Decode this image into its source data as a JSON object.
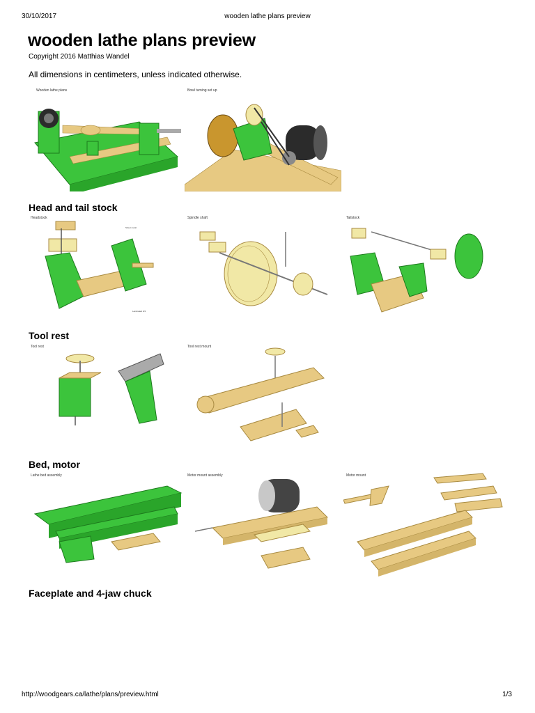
{
  "header": {
    "date": "30/10/2017",
    "title": "wooden lathe plans preview"
  },
  "page": {
    "title": "wooden lathe plans preview",
    "copyright": "Copyright 2016 Matthias Wandel",
    "intro": "All dimensions in centimeters, unless indicated otherwise."
  },
  "figures": {
    "lathe": "Wooden lathe plans",
    "bowl": "Bowl turning set up",
    "headstock": "Headstock",
    "spindle": "Spindle shaft",
    "tailstock": "Tailstock",
    "toolrest": "Tool rest",
    "toolrest_mount": "Tool rest mount",
    "bed": "Lathe bed assembly",
    "motor_mount_assembly": "Motor mount assembly",
    "motor_mount": "Motor mount"
  },
  "sections": {
    "head_tail": "Head and tail stock",
    "tool_rest": "Tool rest",
    "bed_motor": "Bed, motor",
    "faceplate": "Faceplate and 4-jaw chuck"
  },
  "footer": {
    "url": "http://woodgears.ca/lathe/plans/preview.html",
    "page": "1/3"
  },
  "colors": {
    "green": "#3cc43c",
    "wood": "#e7c982",
    "metal": "#8a8a8a",
    "dark": "#2b2b2b",
    "pale": "#f1e8a6"
  }
}
